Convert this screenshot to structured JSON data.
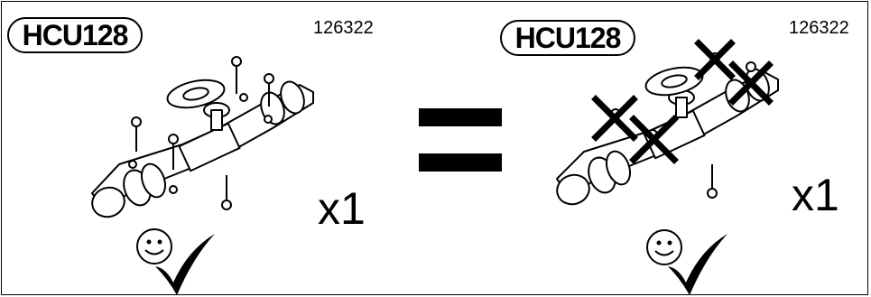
{
  "left_panel": {
    "model": "HCU128",
    "code": "126322",
    "quantity": "x1"
  },
  "right_panel": {
    "model": "HCU128",
    "code": "126322",
    "quantity": "x1"
  },
  "icons": {
    "equals": "equals-sign",
    "approval": "smiley-face",
    "check": "check-mark",
    "crossed_screw": "x-mark"
  }
}
